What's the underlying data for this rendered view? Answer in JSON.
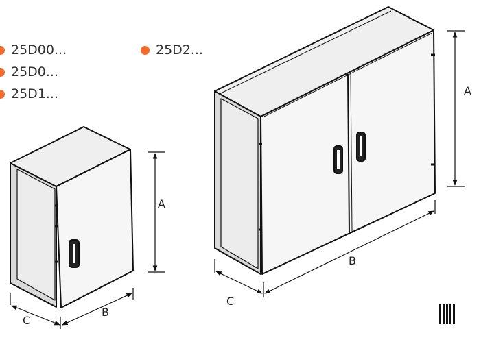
{
  "legend": [
    {
      "label": "25D00..."
    },
    {
      "label": "25D0..."
    },
    {
      "label": "25D1..."
    },
    {
      "label": "25D2..."
    }
  ],
  "dimensions": {
    "small": {
      "a": "A",
      "b": "B",
      "c": "C"
    },
    "large": {
      "a": "A",
      "b": "B",
      "c": "C"
    }
  },
  "colors": {
    "bullet": "#f26b2a",
    "line": "#111111",
    "face": "#f2f2f2",
    "side": "#d9d9d9"
  }
}
